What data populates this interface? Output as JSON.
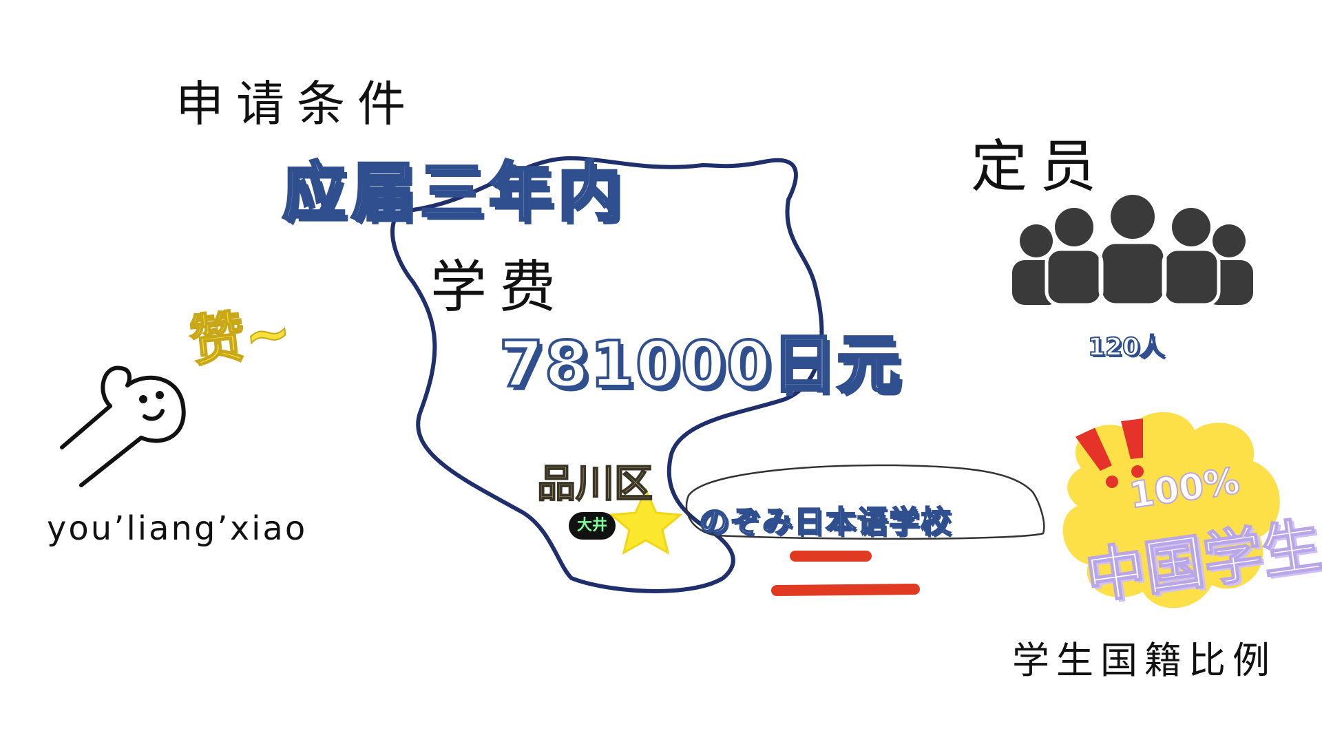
{
  "labels": {
    "requirements_title": "申请条件",
    "requirements_value": "应届三年内",
    "tuition_title": "学费",
    "tuition_value": "781000日元",
    "capacity_title": "定员",
    "capacity_value": "120人",
    "district": "品川区",
    "station": "大井",
    "school_name": "のぞみ日本语学校",
    "praise": "赞~",
    "mascot_caption": "you’liang’xiao",
    "nationality_percent": "100%",
    "nationality_value": "中国学生",
    "nationality_title": "学生国籍比例"
  },
  "colors": {
    "map_outline": "#1f2f6b",
    "outline_text": "#2f4f8f",
    "praise_yellow": "#f7e03a",
    "star_yellow": "#fbe72e",
    "district_text": "#d9c98a",
    "people_icon": "#3a3a3a",
    "red_strokes": "#e03a22",
    "cloud_yellow": "#fde047",
    "exclaim_red": "#e5332a",
    "station_badge": "#111111",
    "station_text": "#7dff9a"
  },
  "icons": {
    "people": "people-group-icon",
    "star": "star-icon",
    "mascot": "smiling-blob-icon",
    "exclaim": "double-exclamation-icon",
    "cloud": "cloud-burst-icon"
  }
}
